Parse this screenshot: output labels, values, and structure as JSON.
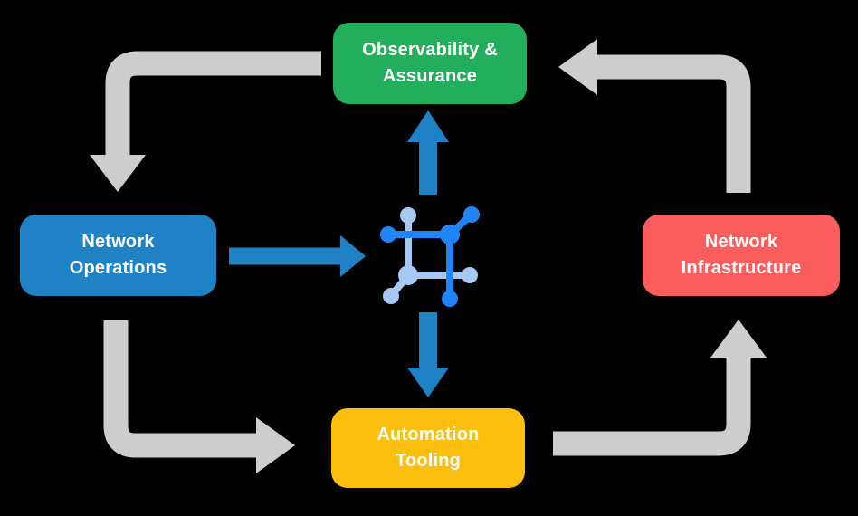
{
  "colors": {
    "background": "#000000",
    "observability_green": "#23AE5B",
    "operations_blue": "#1E82C4",
    "infrastructure_red": "#FB5D5D",
    "automation_yellow": "#FDBF0E",
    "arrow_gray": "#CDCDCD",
    "arrow_blue": "#1E82C4",
    "icon_blue_bright": "#2184F7",
    "icon_blue_light": "#A6C9F3",
    "label_text": "#FFFFFF"
  },
  "nodes": {
    "observability": {
      "line1": "Observability &",
      "line2": "Assurance"
    },
    "operations": {
      "line1": "Network",
      "line2": "Operations"
    },
    "infrastructure": {
      "line1": "Network",
      "line2": "Infrastructure"
    },
    "automation": {
      "line1": "Automation",
      "line2": "Tooling"
    }
  },
  "icon": {
    "name": "network-mesh-icon"
  },
  "arrows": [
    {
      "from": "observability-assurance",
      "to": "network-operations",
      "style": "gray"
    },
    {
      "from": "network-operations",
      "to": "automation-tooling",
      "style": "gray"
    },
    {
      "from": "automation-tooling",
      "to": "network-infrastructure",
      "style": "gray"
    },
    {
      "from": "network-infrastructure",
      "to": "observability-assurance",
      "style": "gray"
    },
    {
      "from": "network-operations",
      "to": "center-icon",
      "style": "blue"
    },
    {
      "from": "center-icon",
      "to": "observability-assurance",
      "style": "blue"
    },
    {
      "from": "center-icon",
      "to": "automation-tooling",
      "style": "blue"
    }
  ]
}
